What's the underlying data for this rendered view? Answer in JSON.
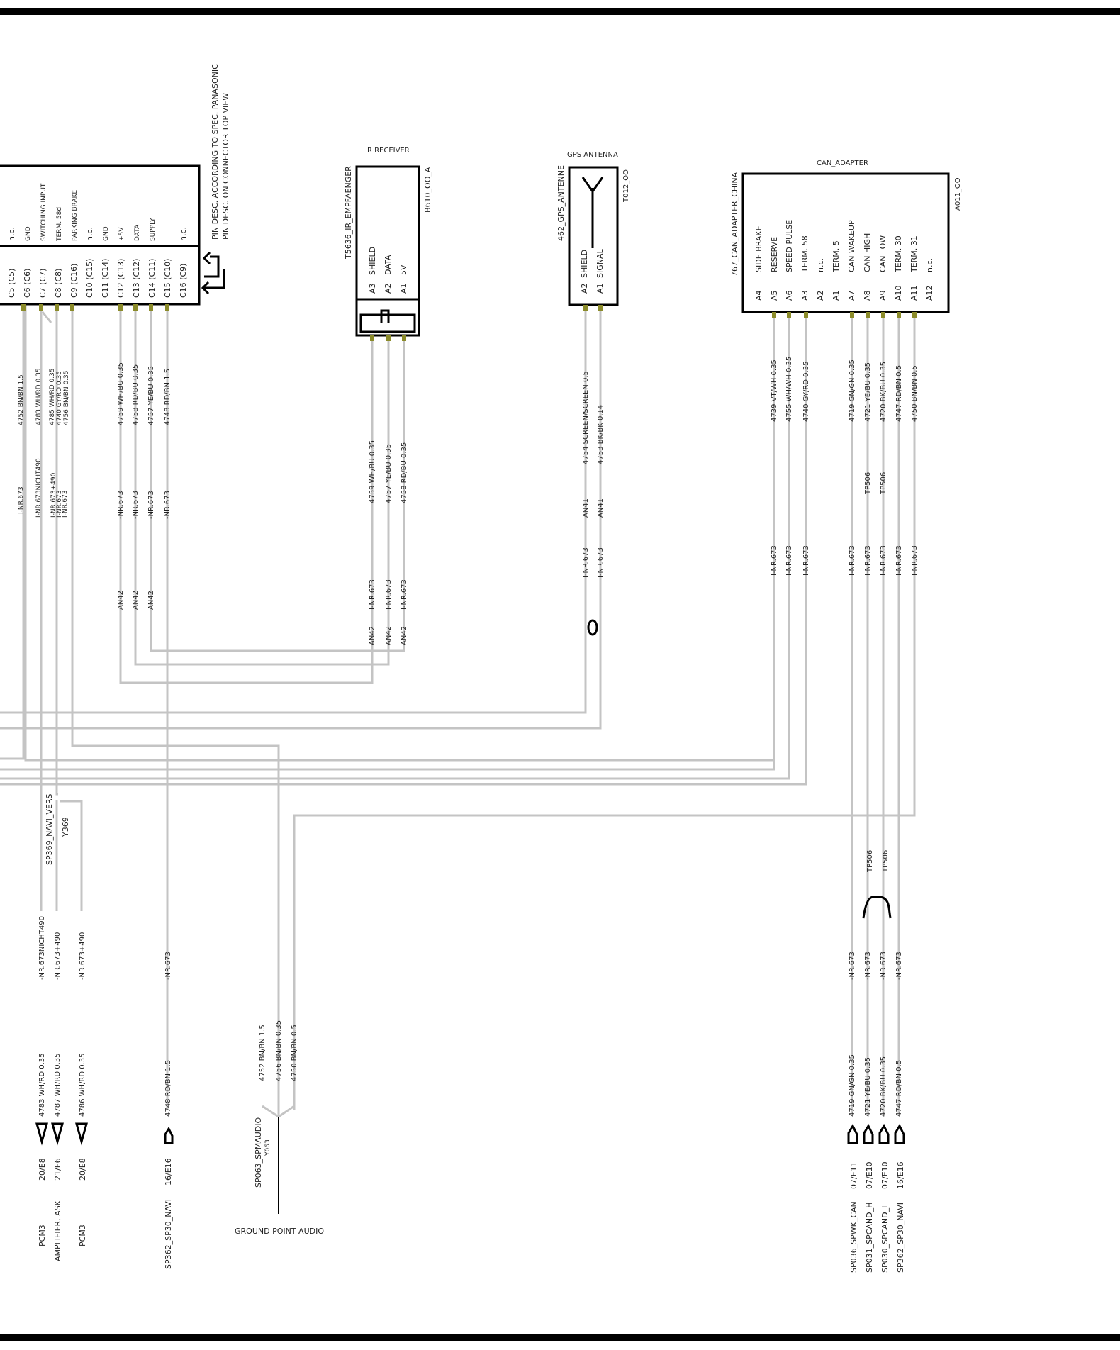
{
  "ecu": {
    "pins": [
      "C5 (C5)",
      "C6 (C6)",
      "C7 (C7)",
      "C8 (C8)",
      "C9 (C16)",
      "C10 (C15)",
      "C11 (C14)",
      "C12 (C13)",
      "C13 (C12)",
      "C14 (C11)",
      "C15 (C10)",
      "C16 (C9)"
    ],
    "functions": [
      "n.c.",
      "GND",
      "SWITCHING INPUT",
      "TERM. 58d",
      "PARKING BRAKE",
      "n.c.",
      "GND",
      "+5V",
      "DATA",
      "SUPPLY",
      "n.c."
    ],
    "note_1": "PIN DESC. ACCORDING TO SPEC. PANASONIC",
    "note_2": "PIN DESC. ON CONNECTOR TOP VIEW",
    "wire_labels": [
      "4752 BN/BN 1.5",
      "4783 WH/RD 0.35",
      "4785 WH/RD 0.35",
      "4740 GY/RD 0.35",
      "4756 BN/BN 0.35",
      "4759 WH/BU 0.35",
      "4758 RD/BU 0.35",
      "4757 YE/BU 0.35",
      "4748 RD/BN 1.5"
    ],
    "inr_labels": [
      "I-NR.673",
      "I-NR.673NICHT490",
      "I-NR.673+490",
      "I-NR.673",
      "I-NR.673"
    ],
    "inr_main": [
      "I-NR.673",
      "I-NR.673",
      "I-NR.673",
      "I-NR.673"
    ],
    "an_labels": [
      "AN42",
      "AN42",
      "AN42"
    ]
  },
  "ir": {
    "title": "IR RECEIVER",
    "name": "T5636_IR_EMPFAENGER",
    "code": "B610_OO_A",
    "pins": [
      "A3",
      "A2",
      "A1"
    ],
    "functions": [
      "SHIELD",
      "DATA",
      "5V"
    ],
    "wires": [
      "4759 WH/BU 0.35",
      "4757 YE/BU 0.35",
      "4758 RD/BU 0.35"
    ],
    "inr": [
      "I-NR.673",
      "I-NR.673",
      "I-NR.673"
    ],
    "an": [
      "AN42",
      "AN42",
      "AN42"
    ]
  },
  "gps": {
    "title": "GPS ANTENNA",
    "name": "462_GPS_ANTENNE",
    "code": "T012_OO",
    "pins": [
      "A2",
      "A1"
    ],
    "functions": [
      "SHIELD",
      "SIGNAL"
    ],
    "wires": [
      "4754 SCREEN/SCREEN 0.5",
      "4753 BK/BK 0.14"
    ],
    "an": [
      "AN41",
      "AN41"
    ],
    "inr": [
      "I-NR.673",
      "I-NR.673"
    ]
  },
  "can": {
    "title": "CAN_ADAPTER",
    "name": "767_CAN_ADAPTER_CHINA",
    "code": "A011_OO",
    "pins": [
      "A4",
      "A5",
      "A6",
      "A3",
      "A2",
      "A1",
      "A7",
      "A8",
      "A9",
      "A10",
      "A11",
      "A12"
    ],
    "functions": [
      "SIDE BRAKE",
      "RESERVE",
      "SPEED PULSE",
      "TERM. 58",
      "n.c.",
      "TERM. 5",
      "CAN WAKEUP",
      "CAN HIGH",
      "CAN LOW",
      "TERM. 30",
      "TERM. 31",
      "n.c."
    ],
    "wires": [
      "4739 VT/WH 0.35",
      "4755 WH/WH 0.35",
      "4740 GY/RD 0.35",
      "4719 GN/GN 0.35",
      "4721 YE/BU 0.35",
      "4720 BK/BU 0.35",
      "4747 RD/BN 0.5",
      "4750 BN/BN 0.5"
    ],
    "inr": [
      "I-NR.673",
      "I-NR.673",
      "I-NR.673",
      "I-NR.673",
      "I-NR.673",
      "I-NR.673",
      "I-NR.673",
      "I-NR.673"
    ],
    "tp": [
      "TP506",
      "TP506"
    ]
  },
  "splice": {
    "name": "SP369_NAVI_VERS",
    "code": "Y369"
  },
  "bottom_left": {
    "inr": [
      "I-NR.673NICHT490",
      "I-NR.673+490",
      "I-NR.673+490",
      "I-NR.673"
    ],
    "wires": [
      "4783 WH/RD 0.35",
      "4787 WH/RD 0.35",
      "4786 WH/RD 0.35",
      "4748 RD/BN 1.5"
    ],
    "refs": [
      "20/E8",
      "21/E6",
      "20/E8",
      "16/E16"
    ],
    "targets": [
      "PCM3",
      "AMPLIFIER, ASK",
      "PCM3",
      "SP362_SP30_NAVI"
    ]
  },
  "ground": {
    "name": "SP063_SPMAUDIO",
    "code": "Y063",
    "wires": [
      "4752 BN/BN 1.5",
      "4756 BN/BN 0.35",
      "4750 BN/BN 0.5"
    ],
    "label": "GROUND POINT AUDIO"
  },
  "bottom_right": {
    "inr": [
      "I-NR.673",
      "I-NR.673",
      "I-NR.673",
      "I-NR.673"
    ],
    "tp": [
      "TP506",
      "TP506"
    ],
    "wires": [
      "4719 GN/GN 0.35",
      "4721 YE/BU 0.35",
      "4720 BK/BU 0.35",
      "4747 RD/BN 0.5"
    ],
    "refs": [
      "07/E11",
      "07/E10",
      "07/E10",
      "16/E16"
    ],
    "targets": [
      "SP036_SPWK_CAN",
      "SP031_SPCAND_H",
      "SP030_SPCAND_L",
      "SP362_SP30_NAVI"
    ]
  }
}
